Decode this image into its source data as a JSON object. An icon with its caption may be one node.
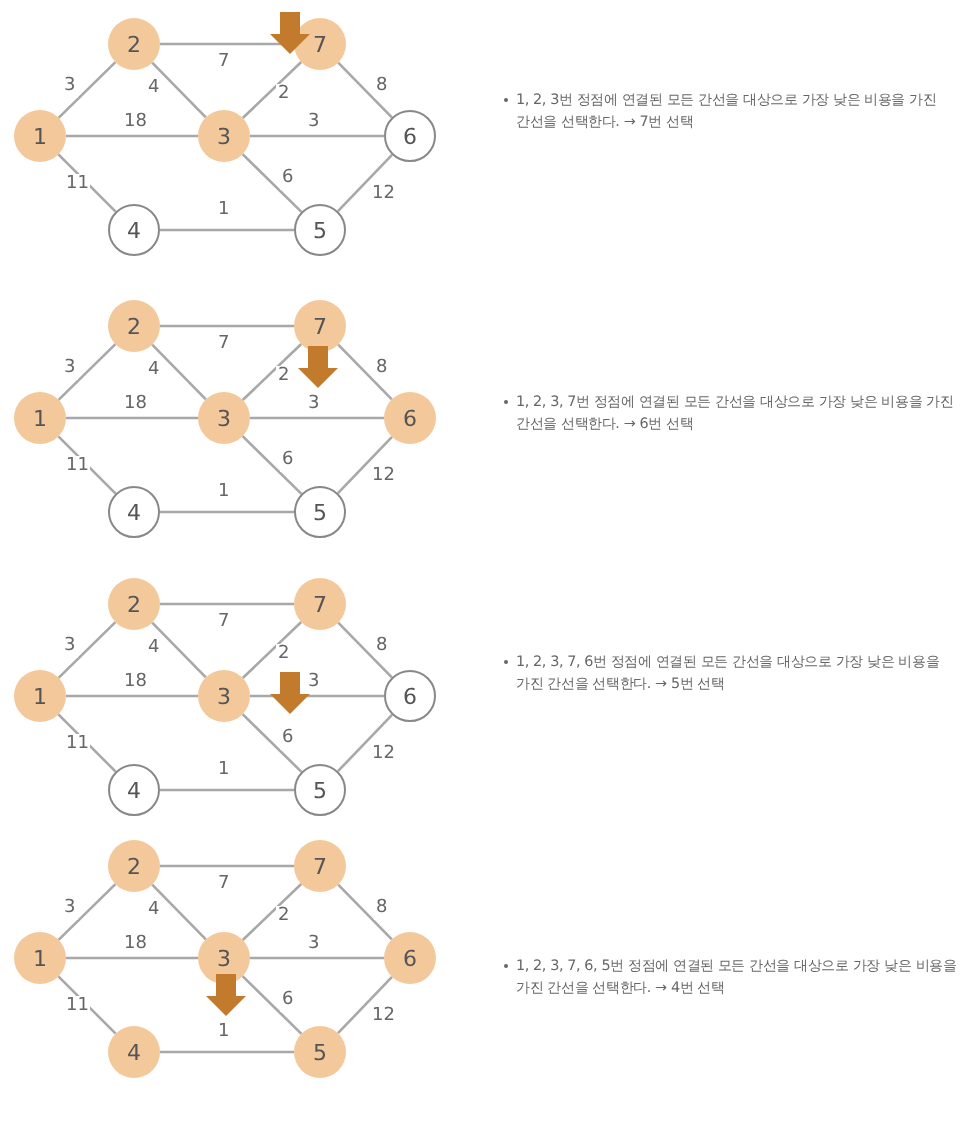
{
  "diagram": {
    "nodes": [
      {
        "text": [
          "2"
        ]
      },
      {
        "text": [
          "7"
        ]
      },
      {
        "text": [
          "1"
        ]
      },
      {
        "text": [
          "3"
        ]
      },
      {
        "text": [
          "6"
        ]
      },
      {
        "text": [
          "4"
        ]
      },
      {
        "text": [
          "5"
        ]
      },
      {
        "text": [
          "2"
        ]
      },
      {
        "text": [
          "7"
        ]
      },
      {
        "text": [
          "1"
        ]
      },
      {
        "text": [
          "3"
        ]
      },
      {
        "text": [
          "6"
        ]
      },
      {
        "text": [
          "4"
        ]
      },
      {
        "text": [
          "5"
        ]
      },
      {
        "text": [
          "2"
        ]
      },
      {
        "text": [
          "7"
        ]
      },
      {
        "text": [
          "1"
        ]
      },
      {
        "text": [
          "3"
        ]
      },
      {
        "text": [
          "6"
        ]
      },
      {
        "text": [
          "4"
        ]
      },
      {
        "text": [
          "5"
        ]
      },
      {
        "text": [
          "2"
        ]
      },
      {
        "text": [
          "7"
        ]
      },
      {
        "text": [
          "1"
        ]
      },
      {
        "text": [
          "3"
        ]
      },
      {
        "text": [
          "6"
        ]
      },
      {
        "text": [
          "4"
        ]
      },
      {
        "text": [
          "5"
        ]
      },
      {
        "text": [],
        "shape": "arrow"
      },
      {
        "text": [],
        "shape": "arrow"
      },
      {
        "text": [],
        "shape": "arrow"
      },
      {
        "text": [],
        "shape": "arrow"
      }
    ],
    "edges": [
      {
        "from": 2,
        "to": 0,
        "arrow": "none",
        "label": "3"
      },
      {
        "from": 0,
        "to": 1,
        "arrow": "none",
        "label": "7"
      },
      {
        "from": 0,
        "to": 3,
        "arrow": "none",
        "label": "4"
      },
      {
        "from": 2,
        "to": 3,
        "arrow": "none",
        "label": "18"
      },
      {
        "from": 3,
        "to": 1,
        "arrow": "none",
        "label": "2"
      },
      {
        "from": 1,
        "to": 4,
        "arrow": "none",
        "label": "8"
      },
      {
        "from": 3,
        "to": 4,
        "arrow": "none",
        "label": "3"
      },
      {
        "from": 2,
        "to": 5,
        "arrow": "none",
        "label": "11"
      },
      {
        "from": 3,
        "to": 6,
        "arrow": "none",
        "label": "6"
      },
      {
        "from": 4,
        "to": 6,
        "arrow": "none",
        "label": "12"
      },
      {
        "from": 5,
        "to": 6,
        "arrow": "none",
        "label": "1"
      },
      {
        "from": 9,
        "to": 7,
        "arrow": "none",
        "label": "3"
      },
      {
        "from": 7,
        "to": 8,
        "arrow": "none",
        "label": "7"
      },
      {
        "from": 7,
        "to": 10,
        "arrow": "none",
        "label": "4"
      },
      {
        "from": 9,
        "to": 10,
        "arrow": "none",
        "label": "18"
      },
      {
        "from": 10,
        "to": 8,
        "arrow": "none",
        "label": "2"
      },
      {
        "from": 8,
        "to": 11,
        "arrow": "none",
        "label": "8"
      },
      {
        "from": 10,
        "to": 11,
        "arrow": "none",
        "label": "3"
      },
      {
        "from": 9,
        "to": 12,
        "arrow": "none",
        "label": "11"
      },
      {
        "from": 10,
        "to": 13,
        "arrow": "none",
        "label": "6"
      },
      {
        "from": 11,
        "to": 13,
        "arrow": "none",
        "label": "12"
      },
      {
        "from": 12,
        "to": 13,
        "arrow": "none",
        "label": "1"
      },
      {
        "from": 16,
        "to": 14,
        "arrow": "none",
        "label": "3"
      },
      {
        "from": 14,
        "to": 15,
        "arrow": "none",
        "label": "7"
      },
      {
        "from": 14,
        "to": 17,
        "arrow": "none",
        "label": "4"
      },
      {
        "from": 16,
        "to": 17,
        "arrow": "none",
        "label": "18"
      },
      {
        "from": 17,
        "to": 15,
        "arrow": "none",
        "label": "2"
      },
      {
        "from": 15,
        "to": 18,
        "arrow": "none",
        "label": "8"
      },
      {
        "from": 17,
        "to": 18,
        "arrow": "none",
        "label": "3"
      },
      {
        "from": 16,
        "to": 19,
        "arrow": "none",
        "label": "11"
      },
      {
        "from": 17,
        "to": 20,
        "arrow": "none",
        "label": "6"
      },
      {
        "from": 18,
        "to": 20,
        "arrow": "none",
        "label": "12"
      },
      {
        "from": 19,
        "to": 20,
        "arrow": "none",
        "label": "1"
      },
      {
        "from": 23,
        "to": 21,
        "arrow": "none",
        "label": "3"
      },
      {
        "from": 21,
        "to": 22,
        "arrow": "none",
        "label": "7"
      },
      {
        "from": 21,
        "to": 24,
        "arrow": "none",
        "label": "4"
      },
      {
        "from": 23,
        "to": 24,
        "arrow": "none",
        "label": "18"
      },
      {
        "from": 24,
        "to": 22,
        "arrow": "none",
        "label": "2"
      },
      {
        "from": 22,
        "to": 25,
        "arrow": "none",
        "label": "8"
      },
      {
        "from": 24,
        "to": 25,
        "arrow": "none",
        "label": "3"
      },
      {
        "from": 23,
        "to": 26,
        "arrow": "none",
        "label": "11"
      },
      {
        "from": 24,
        "to": 27,
        "arrow": "none",
        "label": "6"
      },
      {
        "from": 25,
        "to": 27,
        "arrow": "none",
        "label": "12"
      },
      {
        "from": 26,
        "to": 27,
        "arrow": "none",
        "label": "1"
      }
    ],
    "labels": [
      "1, 2, 3번 정점에 연결된 모든 간선을 대상으로 가장 낮은 비용을 가진 간선을 선택한다. → 7번 선택",
      "1, 2, 3, 7번 정점에 연결된 모든 간선을 대상으로 가장 낮은 비용을 가진 간선을 선택한다. → 6번 선택",
      "1, 2, 3, 7, 6번 정점에 연결된 모든 간선을 대상으로 가장 낮은 비용을 가진 간선을 선택한다. → 5번 선택",
      "1, 2, 3, 7, 6, 5번 정점에 연결된 모든 간선을 대상으로 가장 낮은 비용을 가진 간선을 선택한다. → 4번 선택"
    ]
  }
}
